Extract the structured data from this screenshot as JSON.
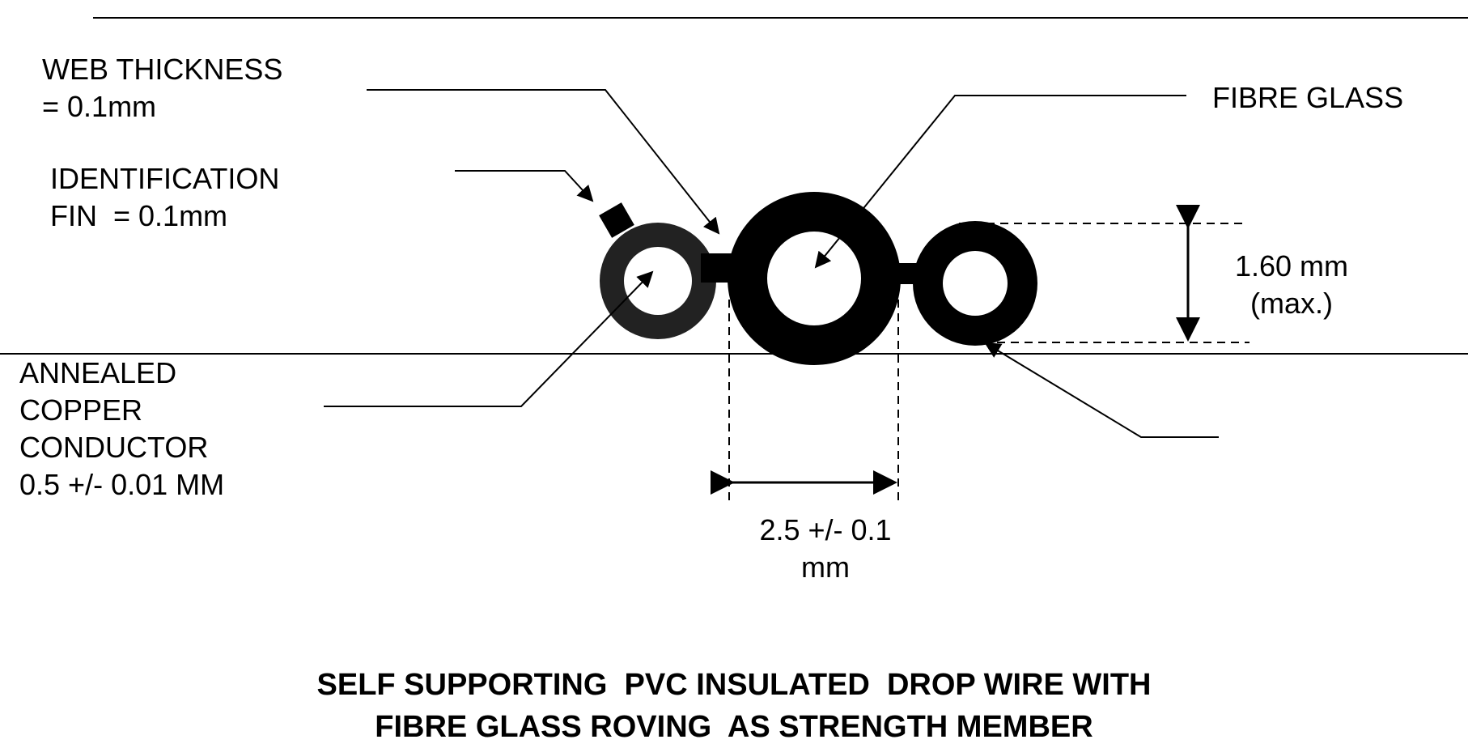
{
  "labels": {
    "web_thickness": [
      "WEB THICKNESS",
      "= 0.1mm"
    ],
    "identification_fin": [
      "IDENTIFICATION",
      "FIN  = 0.1mm"
    ],
    "fibre_glass": "FIBRE GLASS",
    "height_dimension": [
      "1.60 mm",
      "(max.)"
    ],
    "conductor": [
      "ANNEALED",
      "COPPER",
      "CONDUCTOR",
      "0.5 +/- 0.01 MM"
    ],
    "width_dimension": [
      "2.5 +/- 0.1",
      "mm"
    ]
  },
  "title": [
    "SELF SUPPORTING  PVC INSULATED  DROP WIRE WITH",
    "FIBRE GLASS ROVING  AS STRENGTH MEMBER"
  ],
  "colors": {
    "ink": "#000000",
    "left_insulation": "#222222",
    "background": "#ffffff"
  }
}
